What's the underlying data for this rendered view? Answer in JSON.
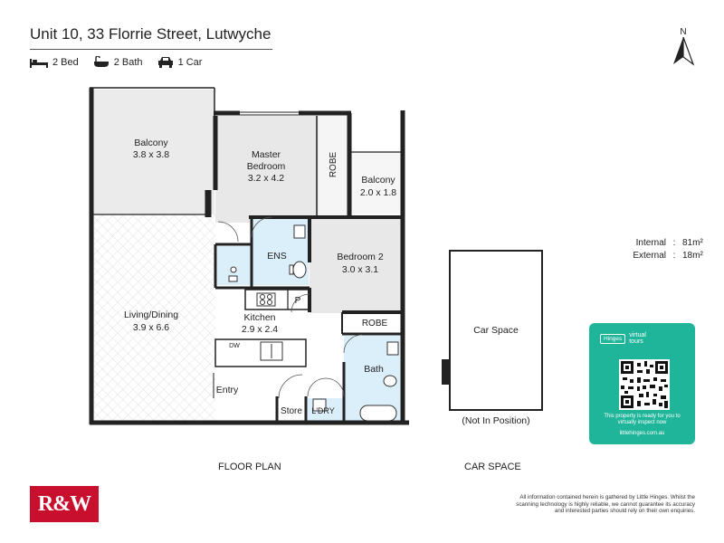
{
  "header": {
    "title": "Unit 10, 33 Florrie Street, Lutwyche",
    "specs": [
      {
        "icon": "bed-icon",
        "label": "2 Bed"
      },
      {
        "icon": "bath-icon",
        "label": "2 Bath"
      },
      {
        "icon": "car-icon",
        "label": "1 Car"
      }
    ]
  },
  "compass": {
    "label": "N",
    "icon": "north-arrow-icon"
  },
  "rooms": {
    "balcony_main": {
      "name": "Balcony",
      "size": "3.8 x 3.8"
    },
    "master": {
      "name1": "Master",
      "name2": "Bedroom",
      "size": "3.2 x 4.2"
    },
    "robe_master": "ROBE",
    "balcony_small": {
      "name": "Balcony",
      "size": "2.0 x 1.8"
    },
    "ens": "ENS",
    "bedroom2": {
      "name": "Bedroom 2",
      "size": "3.0 x 3.1"
    },
    "pantry": "P",
    "robe_bed2": "ROBE",
    "living": {
      "name": "Living/Dining",
      "size": "3.9 x 6.6"
    },
    "kitchen": {
      "name": "Kitchen",
      "size": "2.9 x 2.4"
    },
    "dw": "DW",
    "bath": "Bath",
    "entry": "Entry",
    "store": "Store",
    "laundry": "L'DRY"
  },
  "car_space": {
    "label": "Car Space",
    "note": "(Not In Position)"
  },
  "areas": [
    {
      "label": "Internal",
      "value": "81m²"
    },
    {
      "label": "External",
      "value": "18m²"
    }
  ],
  "plan_labels": {
    "floor": "FLOOR PLAN",
    "car": "CAR SPACE"
  },
  "tour_card": {
    "brand_box": "Hinges",
    "brand_line1": "virtual",
    "brand_line2": "tours",
    "message": "This property is ready for you to virtually inspect now",
    "url": "littlehinges.com.au",
    "color": "#1fb59a"
  },
  "logo": {
    "text": "R&W",
    "color": "#c8102e"
  },
  "disclaimer": "All information contained herein is gathered by Little Hinges. Whilst the scanning technology is highly reliable, we cannot guarantee its accuracy and interested parties should rely on their own enquiries."
}
